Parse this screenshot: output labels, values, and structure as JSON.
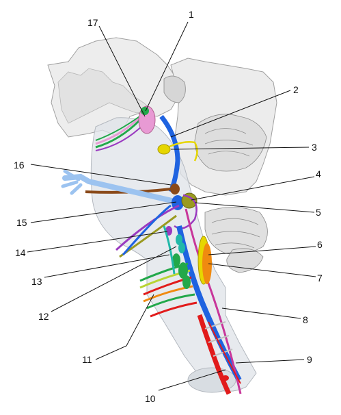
{
  "labels": [
    {
      "id": "l1",
      "text": "1"
    },
    {
      "id": "l2",
      "text": "2"
    },
    {
      "id": "l3",
      "text": "3"
    },
    {
      "id": "l4",
      "text": "4"
    },
    {
      "id": "l5",
      "text": "5"
    },
    {
      "id": "l6",
      "text": "6"
    },
    {
      "id": "l7",
      "text": "7"
    },
    {
      "id": "l8",
      "text": "8"
    },
    {
      "id": "l9",
      "text": "9"
    },
    {
      "id": "l10",
      "text": "10"
    },
    {
      "id": "l11",
      "text": "11"
    },
    {
      "id": "l12",
      "text": "12"
    },
    {
      "id": "l13",
      "text": "13"
    },
    {
      "id": "l14",
      "text": "14"
    },
    {
      "id": "l15",
      "text": "15"
    },
    {
      "id": "l16",
      "text": "16"
    },
    {
      "id": "l17",
      "text": "17"
    }
  ],
  "colors": {
    "bone": "#ebebeb",
    "bone_stroke": "#9a9a9a",
    "brainstem": "#d9dce0",
    "nerve_blue": "#1f63e0",
    "nerve_light_blue": "#9cc3f0",
    "nerve_red": "#e11b1b",
    "nerve_green": "#22a84a",
    "nerve_lime": "#b8d434",
    "nerve_magenta": "#c8369a",
    "nerve_pink": "#e89ad4",
    "nerve_yellow": "#e6d600",
    "nerve_orange": "#f08a10",
    "nerve_brown": "#8a4a1a",
    "nerve_purple": "#9a3ac0",
    "nerve_olive": "#9a9a20",
    "nerve_teal": "#22b8a8"
  }
}
